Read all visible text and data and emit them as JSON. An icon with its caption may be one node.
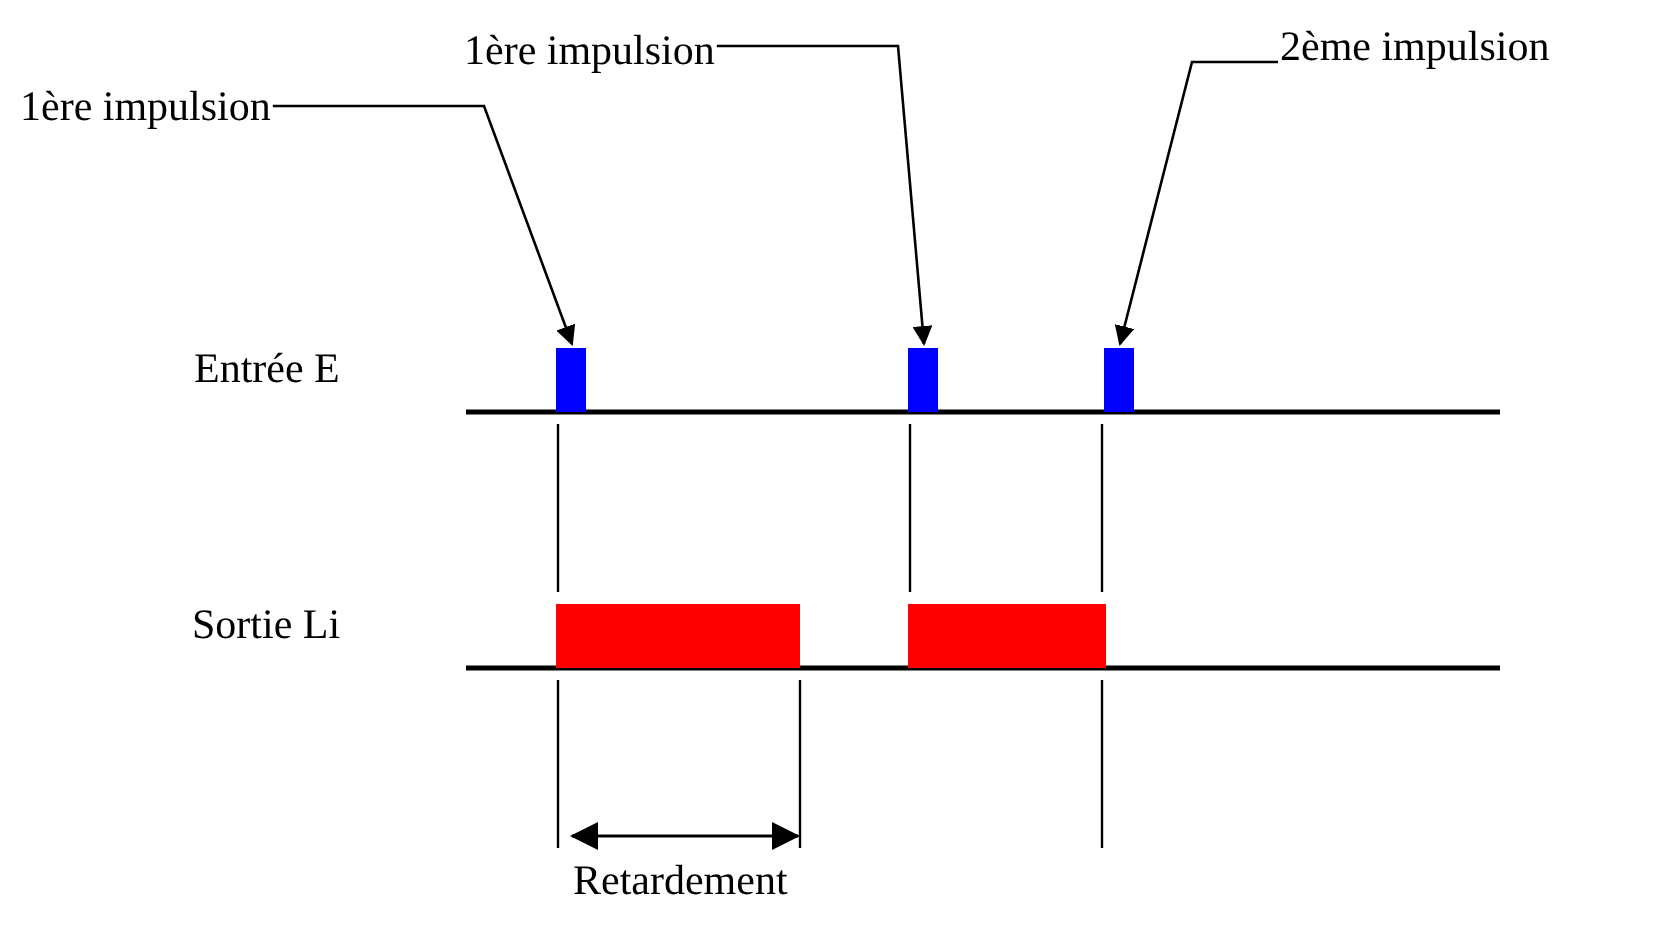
{
  "diagram": {
    "nodes": [
      {
        "text": [
          "1ère impulsion"
        ]
      },
      {
        "text": [
          "1ère impulsion"
        ]
      },
      {
        "text": [
          "2ème impulsion"
        ]
      },
      {
        "text": [],
        "shape": "bar"
      },
      {
        "text": [],
        "shape": "bar"
      },
      {
        "text": [],
        "shape": "bar"
      }
    ],
    "edges": [
      {
        "from": 0,
        "to": 3,
        "arrow": "to"
      },
      {
        "from": 1,
        "to": 4,
        "arrow": "to"
      },
      {
        "from": 2,
        "to": 5,
        "arrow": "to"
      }
    ],
    "labels": [
      "Entrée E",
      "Sortie Li",
      "Retardement"
    ]
  }
}
